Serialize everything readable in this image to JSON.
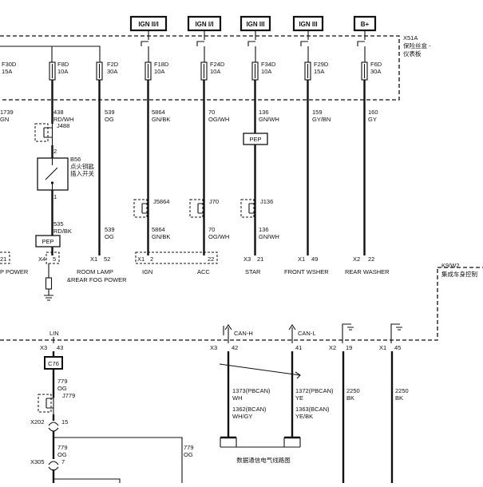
{
  "power_boxes": [
    {
      "label": "IGN II/I"
    },
    {
      "label": "IGN I/I"
    },
    {
      "label": "IGN III"
    },
    {
      "label": "IGN III"
    },
    {
      "label": "B+"
    }
  ],
  "module_top": {
    "id": "X51A",
    "name_line1": "保险丝盒 -",
    "name_line2": "仪表板"
  },
  "module_bottom": {
    "id": "K9/W2",
    "name": "集成车身控制"
  },
  "fuses": [
    {
      "id": "F30D",
      "rating": "15A"
    },
    {
      "id": "F8D",
      "rating": "10A"
    },
    {
      "id": "F2D",
      "rating": "30A"
    },
    {
      "id": "F18D",
      "rating": "10A"
    },
    {
      "id": "F24D",
      "rating": "10A"
    },
    {
      "id": "F34D",
      "rating": "10A"
    },
    {
      "id": "F29D",
      "rating": "15A"
    },
    {
      "id": "F6D",
      "rating": "30A"
    }
  ],
  "upper_wires": [
    {
      "num": "1739",
      "color": "GN"
    },
    {
      "num": "438",
      "color": "RD/WH"
    },
    {
      "num": "539",
      "color": "OG"
    },
    {
      "num": "5864",
      "color": "GN/BK"
    },
    {
      "num": "70",
      "color": "OG/WH"
    },
    {
      "num": "136",
      "color": "GN/WH"
    },
    {
      "num": "159",
      "color": "GY/BN"
    },
    {
      "num": "160",
      "color": "GY"
    }
  ],
  "mid_wires": [
    {
      "num": "535",
      "color": "RD/BK"
    },
    {
      "num": "539",
      "color": "OG"
    },
    {
      "num": "5864",
      "color": "GN/BK"
    },
    {
      "num": "70",
      "color": "OG/WH"
    },
    {
      "num": "136",
      "color": "GN/WH"
    }
  ],
  "splices": [
    "J488",
    "J5864",
    "J70",
    "J136",
    "J779"
  ],
  "pep_label": "PEP",
  "switch": {
    "id": "B56",
    "line1": "点火钥匙",
    "line2": "插入开关",
    "pin_top": "2",
    "pin_bottom": "1"
  },
  "pins": [
    {
      "conn": "X4",
      "pin": "5"
    },
    {
      "conn": "X1",
      "pin": "52"
    },
    {
      "conn": "X1",
      "pin": "2"
    },
    {
      "conn": "",
      "pin": "22"
    },
    {
      "conn": "X3",
      "pin": "21"
    },
    {
      "conn": "X1",
      "pin": "49"
    },
    {
      "conn": "X2",
      "pin": "22"
    }
  ],
  "pin_edge_left": "21",
  "functions": {
    "p_power": "P POWER",
    "room_lamp": "ROOM LAMP",
    "fog_power": "&REAR FOG POWER",
    "ign": "IGN",
    "acc": "ACC",
    "star": "STAR",
    "front_washer": "FRONT WSHER",
    "rear_washer": "REAR WASHER"
  },
  "lower_labels": {
    "lin": "LIN",
    "can_h": "CAN-H",
    "can_l": "CAN-L"
  },
  "lower_pins": [
    {
      "conn": "X3",
      "pin": "43"
    },
    {
      "conn": "X3",
      "pin": "42"
    },
    {
      "conn": "",
      "pin": "41"
    },
    {
      "conn": "X2",
      "pin": "19"
    },
    {
      "conn": "X1",
      "pin": "45"
    }
  ],
  "lower_component": "C76",
  "lower_wires": {
    "w779a_num": "779",
    "w779a_color": "OG",
    "x202": "X202",
    "x202_pin": "15",
    "w779b_num": "779",
    "w779b_color": "OG",
    "x305": "X305",
    "x305_pin": "7",
    "w779c_num": "779",
    "w779c_color": "OG",
    "canh_1": "1373(PBCAN)",
    "canh_1c": "WH",
    "canh_2": "1362(BCAN)",
    "canh_2c": "WH/GY",
    "canl_1": "1372(PBCAN)",
    "canl_1c": "YE",
    "canl_2": "1363(BCAN)",
    "canl_2c": "YE/BK",
    "g1_num": "2250",
    "g1_color": "BK",
    "g2_num": "2250",
    "g2_color": "BK"
  },
  "bus_caption": "数据通信电气线路图"
}
